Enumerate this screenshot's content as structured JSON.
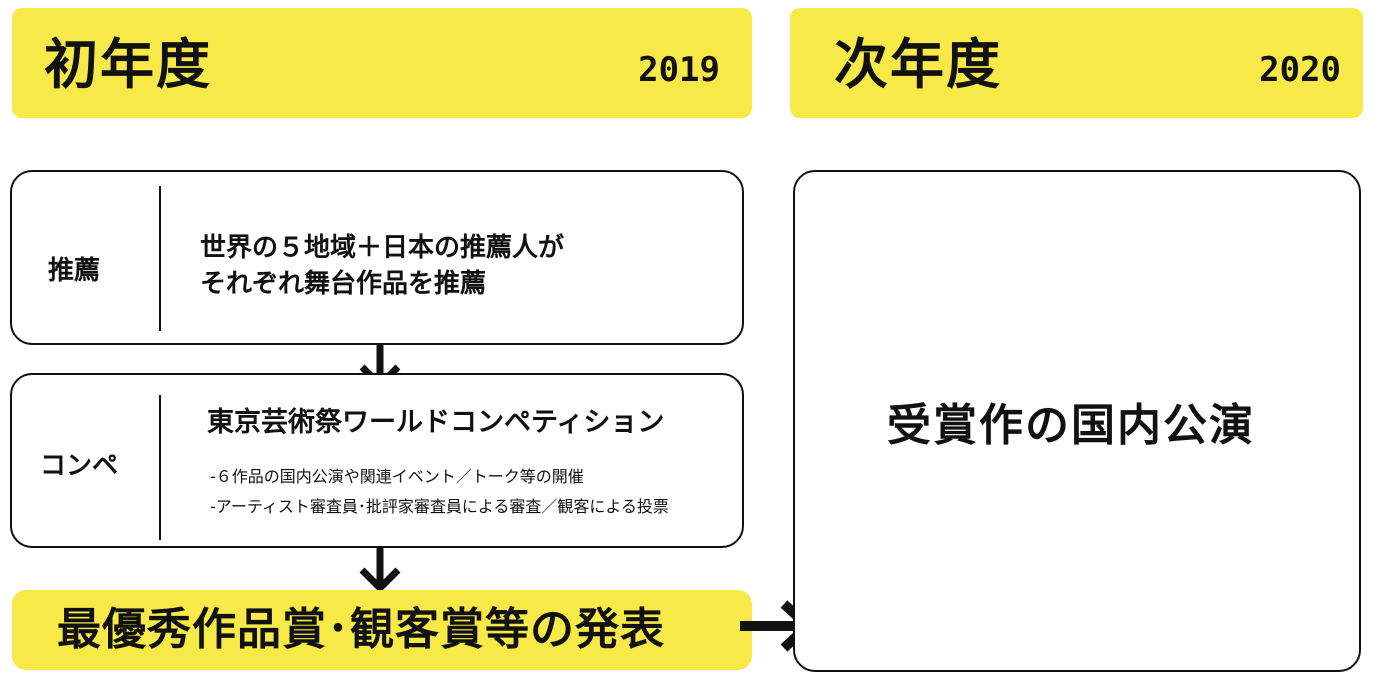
{
  "first_year": {
    "title": "初年度",
    "year": "2019"
  },
  "next_year": {
    "title": "次年度",
    "year": "2020"
  },
  "recommend": {
    "label": "推薦",
    "line1": "世界の５地域＋日本の推薦人が",
    "line2": "それぞれ舞台作品を推薦"
  },
  "competition": {
    "label": "コンペ",
    "title": "東京芸術祭ワールドコンペティション",
    "bullet1": "-６作品の国内公演や関連イベント／トーク等の開催",
    "bullet2": "-アーティスト審査員･批評家審査員による審査／観客による投票"
  },
  "announcement": {
    "text": "最優秀作品賞･観客賞等の発表"
  },
  "next_stage": {
    "text": "受賞作の国内公演"
  },
  "colors": {
    "highlight": "#f7ea48",
    "ink": "#111111",
    "background": "#ffffff"
  },
  "icons": {
    "flow_down": "down-arrow-icon",
    "flow_right": "right-arrow-icon"
  }
}
